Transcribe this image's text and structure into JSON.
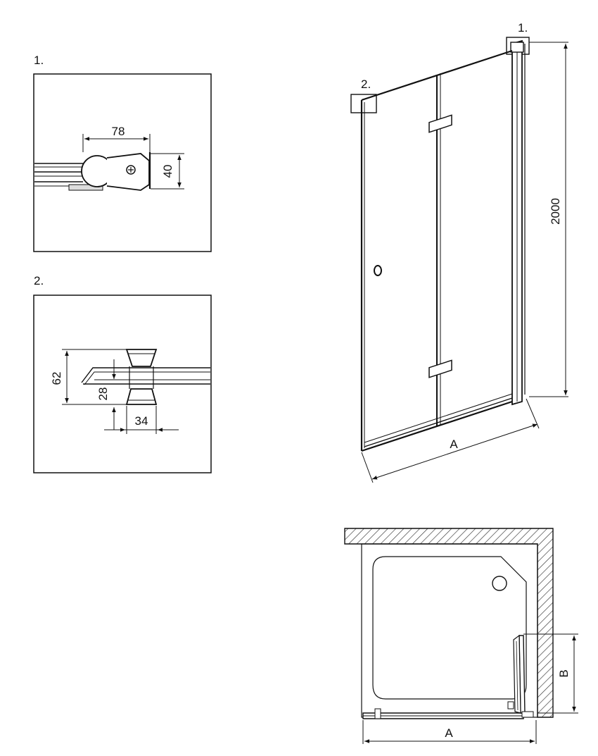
{
  "detail1": {
    "label": "1.",
    "dim_width": "78",
    "dim_height": "40"
  },
  "detail2": {
    "label": "2.",
    "dim_height_total": "62",
    "dim_height_inner": "28",
    "dim_width": "34"
  },
  "elevation": {
    "callout1": "1.",
    "callout2": "2.",
    "dim_height": "2000",
    "dim_width": "A"
  },
  "plan": {
    "dim_width": "A",
    "dim_depth": "B"
  }
}
